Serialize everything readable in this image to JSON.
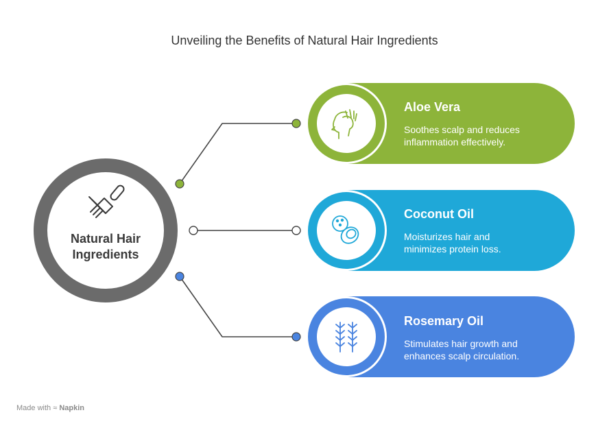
{
  "title": "Unveiling the Benefits of Natural Hair Ingredients",
  "hub": {
    "label": "Natural Hair Ingredients",
    "icon": "hair-pick-comb-icon"
  },
  "items": [
    {
      "title": "Aloe Vera",
      "description": "Soothes scalp and reduces inflammation effectively.",
      "color": "#8db43a",
      "icon": "head-with-hand-icon"
    },
    {
      "title": "Coconut Oil",
      "description": "Moisturizes hair and minimizes protein loss.",
      "color": "#1fa8d8",
      "icon": "coconut-icon"
    },
    {
      "title": "Rosemary Oil",
      "description": "Stimulates hair growth and enhances scalp circulation.",
      "color": "#4a84e0",
      "icon": "rosemary-sprigs-icon"
    }
  ],
  "footer": {
    "made_with": "Made with",
    "brand": "Napkin"
  }
}
